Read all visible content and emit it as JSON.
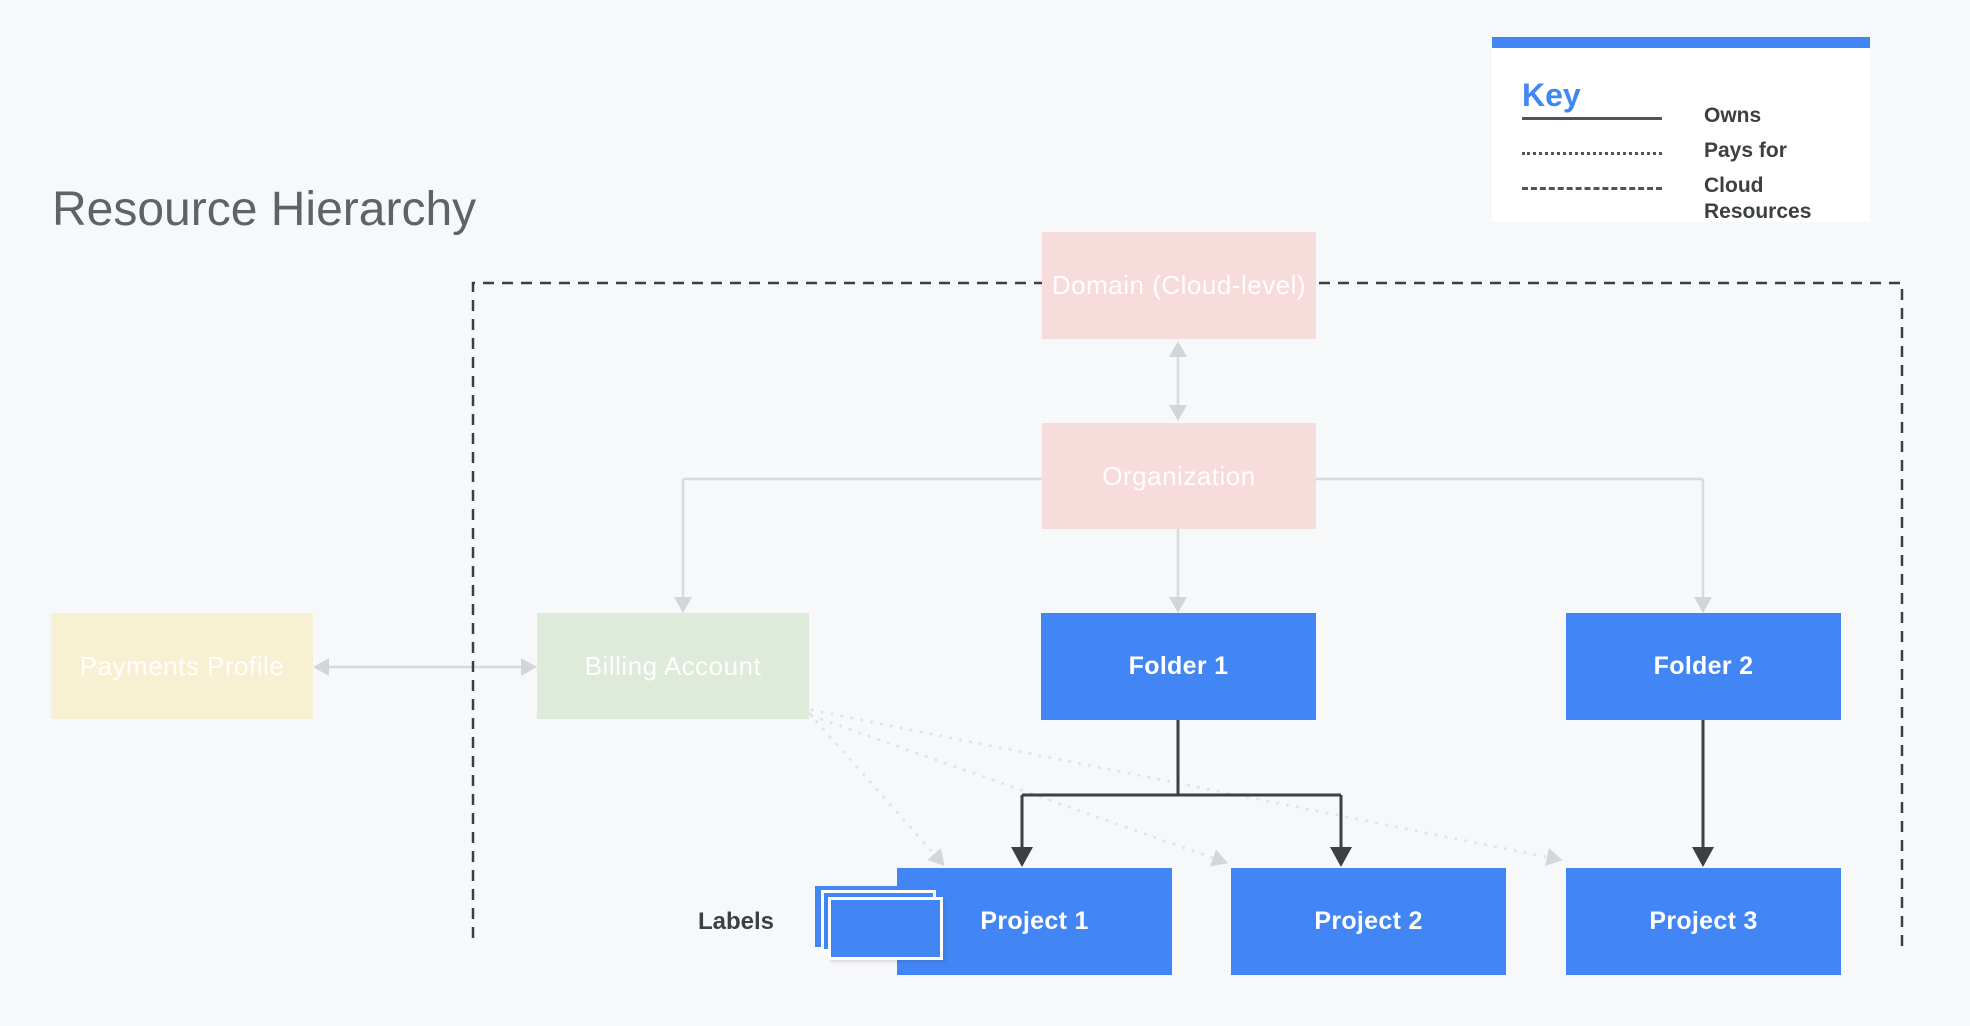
{
  "title": "Resource Hierarchy",
  "key": {
    "heading": "Key",
    "items": [
      {
        "style": "solid",
        "label": "Owns"
      },
      {
        "style": "dotted",
        "label": "Pays for"
      },
      {
        "style": "dashed",
        "label": "Cloud Resources"
      }
    ]
  },
  "nodes": {
    "domain": {
      "label": "Domain (Cloud-level)",
      "color": "#f8dbdb"
    },
    "organization": {
      "label": "Organization",
      "color": "#f8dbdb"
    },
    "payments_profile": {
      "label": "Payments Profile",
      "color": "#f8f0d3"
    },
    "billing_account": {
      "label": "Billing Account",
      "color": "#deeada"
    },
    "folder1": {
      "label": "Folder 1",
      "color": "#4285f4"
    },
    "folder2": {
      "label": "Folder 2",
      "color": "#4285f4"
    },
    "project1": {
      "label": "Project 1",
      "color": "#4285f4"
    },
    "project2": {
      "label": "Project 2",
      "color": "#4285f4"
    },
    "project3": {
      "label": "Project 3",
      "color": "#4285f4"
    }
  },
  "labels_caption": "Labels",
  "colors": {
    "background": "#f7f8fa",
    "accent_blue": "#4285f4",
    "pink": "#f8dbdb",
    "green": "#deeada",
    "cream": "#f8f0d3",
    "title_gray": "#5f6368",
    "dark_line": "#3c4043",
    "light_line": "#d7dade",
    "dotted_line": "#e0e2e5",
    "legend_line": "#505357",
    "text_on_tinted": "rgba(255,255,255,0.93)"
  }
}
